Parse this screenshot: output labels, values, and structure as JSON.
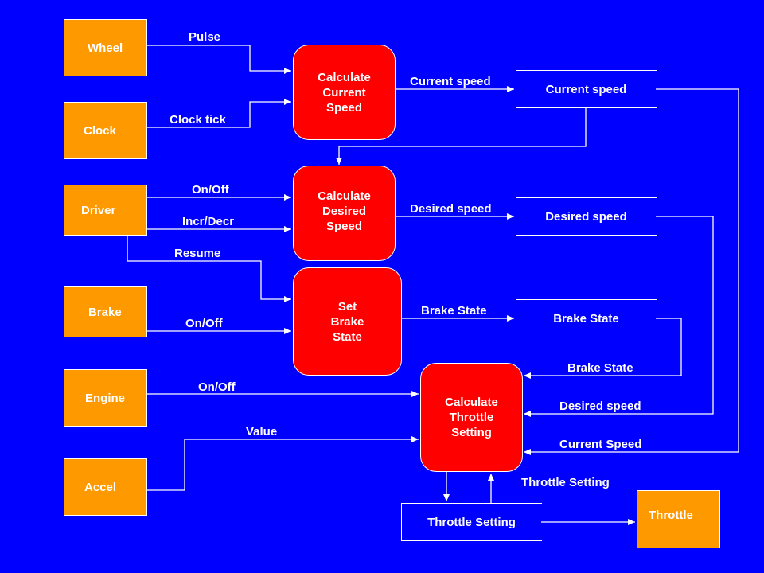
{
  "colors": {
    "background": "#0000ff",
    "external_entity": "#ff9900",
    "process": "#ff0000",
    "lines": "#ffffff"
  },
  "entities": {
    "wheel": "Wheel",
    "clock": "Clock",
    "driver": "Driver",
    "brake": "Brake",
    "engine": "Engine",
    "accel": "Accel",
    "throttle": "Throttle"
  },
  "processes": {
    "calc_current_speed": "Calculate\nCurrent\nSpeed",
    "calc_desired_speed": "Calculate\nDesired\nSpeed",
    "set_brake_state": "Set\nBrake\nState",
    "calc_throttle_setting": "Calculate\nThrottle\nSetting"
  },
  "stores": {
    "current_speed": "Current speed",
    "desired_speed": "Desired speed",
    "brake_state": "Brake State",
    "throttle_setting": "Throttle Setting"
  },
  "flows": {
    "pulse": "Pulse",
    "clock_tick": "Clock tick",
    "driver_on_off": "On/Off",
    "incr_decr": "Incr/Decr",
    "resume": "Resume",
    "brake_on_off": "On/Off",
    "engine_on_off": "On/Off",
    "value": "Value",
    "current_speed_out": "Current speed",
    "desired_speed_out": "Desired speed",
    "brake_state_out": "Brake State",
    "brake_state_in": "Brake State",
    "desired_speed_in": "Desired speed",
    "current_speed_in": "Current Speed",
    "throttle_setting": "Throttle Setting"
  }
}
